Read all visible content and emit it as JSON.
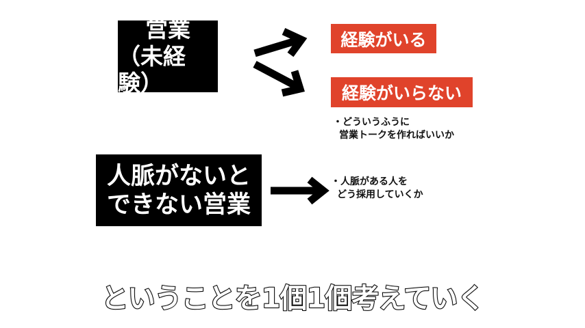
{
  "colors": {
    "box": "#000000",
    "accent": "#e0432b"
  },
  "box1": {
    "line1": "営業",
    "line2": "（未経験）"
  },
  "box2": {
    "line1": "人脈がないと",
    "line2": "できない営業"
  },
  "branch1": {
    "label": "経験がいる"
  },
  "branch2": {
    "label": "経験がいらない",
    "note_line1": "・どういうふうに",
    "note_line2": "営業トークを作ればいいか"
  },
  "branch3": {
    "note_line1": "・人脈がある人を",
    "note_line2": "どう採用していくか"
  },
  "caption": "ということを1個1個考えていく"
}
